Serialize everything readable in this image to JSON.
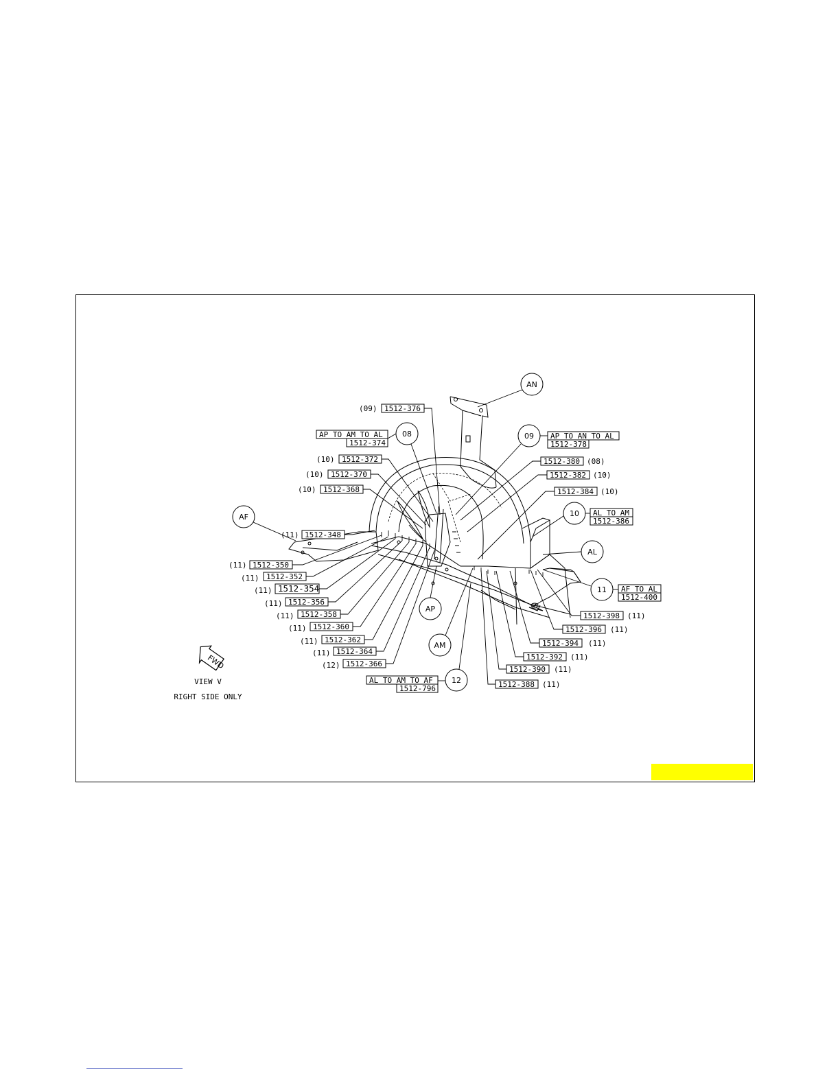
{
  "view": {
    "title": "VIEW V",
    "subtitle": "RIGHT SIDE ONLY",
    "fwd": "FWD"
  },
  "parts": {
    "an": "AN",
    "af": "AF",
    "al": "AL",
    "ap": "AP",
    "am": "AM"
  },
  "joints": {
    "j08": {
      "num": "08",
      "desc": "AP TO AM TO AL",
      "code": "1512-374"
    },
    "j09": {
      "num": "09",
      "desc": "AP TO AN TO AL",
      "code": "1512-378"
    },
    "j10": {
      "num": "10",
      "desc": "AL TO AM",
      "code": "1512-386"
    },
    "j11": {
      "num": "11",
      "desc": "AF TO AL",
      "code": "1512-400"
    },
    "j12": {
      "num": "12",
      "desc": "AL TO AM TO AF",
      "code": "1512-796"
    }
  },
  "welds_left": [
    {
      "qty": "(09)",
      "code": "1512-376"
    },
    {
      "qty": "(10)",
      "code": "1512-372"
    },
    {
      "qty": "(10)",
      "code": "1512-370"
    },
    {
      "qty": "(10)",
      "code": "1512-368"
    },
    {
      "qty": "(11)",
      "code": "1512-348"
    },
    {
      "qty": "(11)",
      "code": "1512-350"
    },
    {
      "qty": "(11)",
      "code": "1512-352"
    },
    {
      "qty": "(11)",
      "code": "1512-354"
    },
    {
      "qty": "(11)",
      "code": "1512-356"
    },
    {
      "qty": "(11)",
      "code": "1512-358"
    },
    {
      "qty": "(11)",
      "code": "1512-360"
    },
    {
      "qty": "(11)",
      "code": "1512-362"
    },
    {
      "qty": "(11)",
      "code": "1512-364"
    },
    {
      "qty": "(12)",
      "code": "1512-366"
    }
  ],
  "welds_right": [
    {
      "qty": "(08)",
      "code": "1512-380"
    },
    {
      "qty": "(10)",
      "code": "1512-382"
    },
    {
      "qty": "(10)",
      "code": "1512-384"
    },
    {
      "qty": "(11)",
      "code": "1512-398"
    },
    {
      "qty": "(11)",
      "code": "1512-396"
    },
    {
      "qty": "(11)",
      "code": "1512-394"
    },
    {
      "qty": "(11)",
      "code": "1512-392"
    },
    {
      "qty": "(11)",
      "code": "1512-390"
    },
    {
      "qty": "(11)",
      "code": "1512-388"
    }
  ],
  "colors": {
    "highlight": "#ffff00",
    "line": "#000000",
    "link_underline": "#2b3fb5"
  }
}
